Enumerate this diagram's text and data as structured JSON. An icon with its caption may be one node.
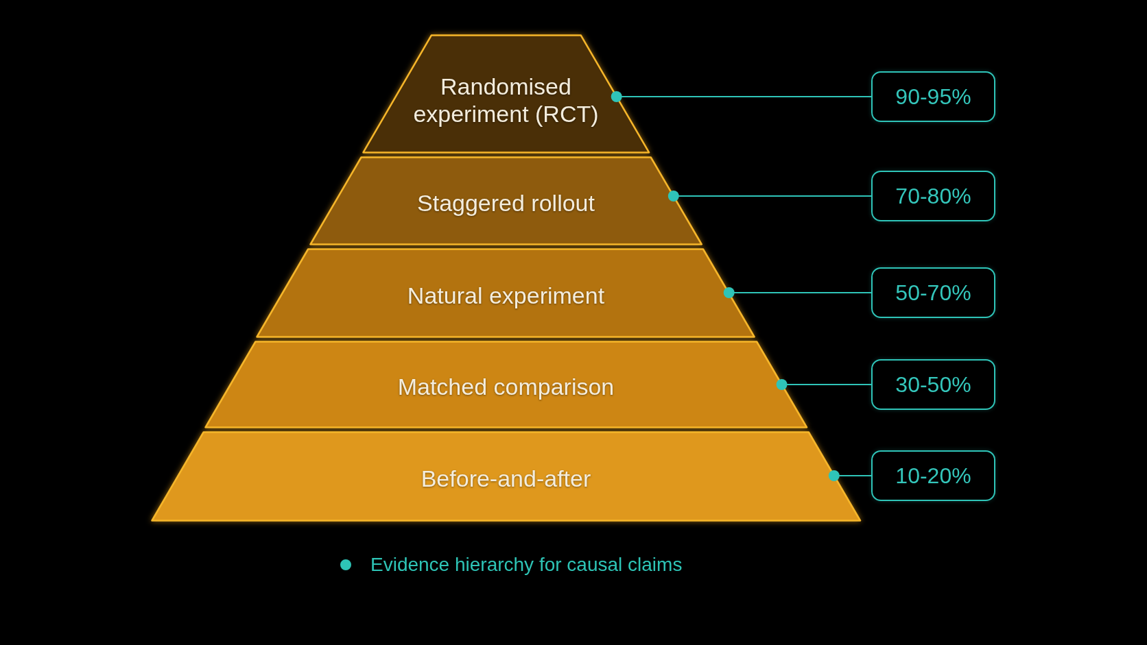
{
  "diagram": {
    "nodes": [
      {
        "text": [
          "Randomised experiment (RCT)"
        ]
      },
      {
        "text": [
          "90-95%"
        ]
      },
      {
        "text": [
          "Staggered rollout"
        ]
      },
      {
        "text": [
          "70-80%"
        ]
      },
      {
        "text": [
          "Natural experiment"
        ]
      },
      {
        "text": [
          "50-70%"
        ]
      },
      {
        "text": [
          "Matched comparison"
        ]
      },
      {
        "text": [
          "30-50%"
        ]
      },
      {
        "text": [
          "Before-and-after"
        ]
      },
      {
        "text": [
          "10-20%"
        ]
      }
    ],
    "edges": [
      {
        "from": 0,
        "to": 1,
        "arrow": "other"
      },
      {
        "from": 2,
        "to": 3,
        "arrow": "other"
      },
      {
        "from": 4,
        "to": 5,
        "arrow": "other"
      },
      {
        "from": 6,
        "to": 7,
        "arrow": "other"
      },
      {
        "from": 8,
        "to": 9,
        "arrow": "other"
      }
    ],
    "legend": [
      {
        "text": "Evidence hierarchy for causal claims",
        "color": "#2ec4b6"
      }
    ]
  }
}
